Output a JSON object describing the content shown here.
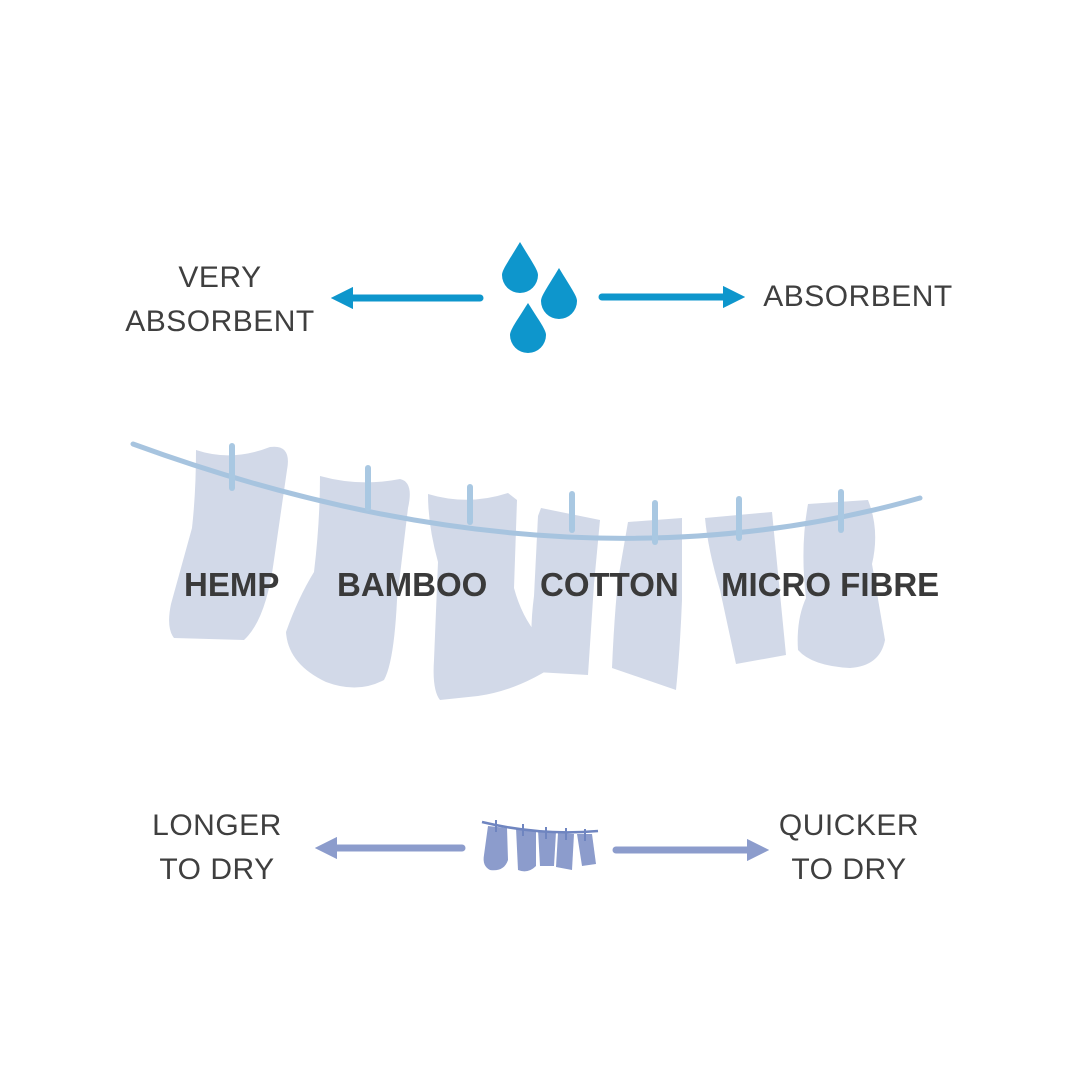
{
  "absorbency": {
    "left_label_line1": "VERY",
    "left_label_line2": "ABSORBENT",
    "right_label": "ABSORBENT",
    "icon": "water-drops-icon",
    "color": "#0e96cc"
  },
  "fabrics": [
    {
      "name": "HEMP"
    },
    {
      "name": "BAMBOO"
    },
    {
      "name": "COTTON"
    },
    {
      "name": "MICRO FIBRE"
    }
  ],
  "drying": {
    "left_label_line1": "LONGER",
    "left_label_line2": "TO DRY",
    "right_label_line1": "QUICKER",
    "right_label_line2": "TO DRY",
    "icon": "clothesline-icon",
    "color": "#8c9ccc"
  },
  "colors": {
    "cloth": "#d2d9e8",
    "line": "#a7c4df",
    "peg": "#a9c8e2",
    "text": "#3f3f3f"
  }
}
